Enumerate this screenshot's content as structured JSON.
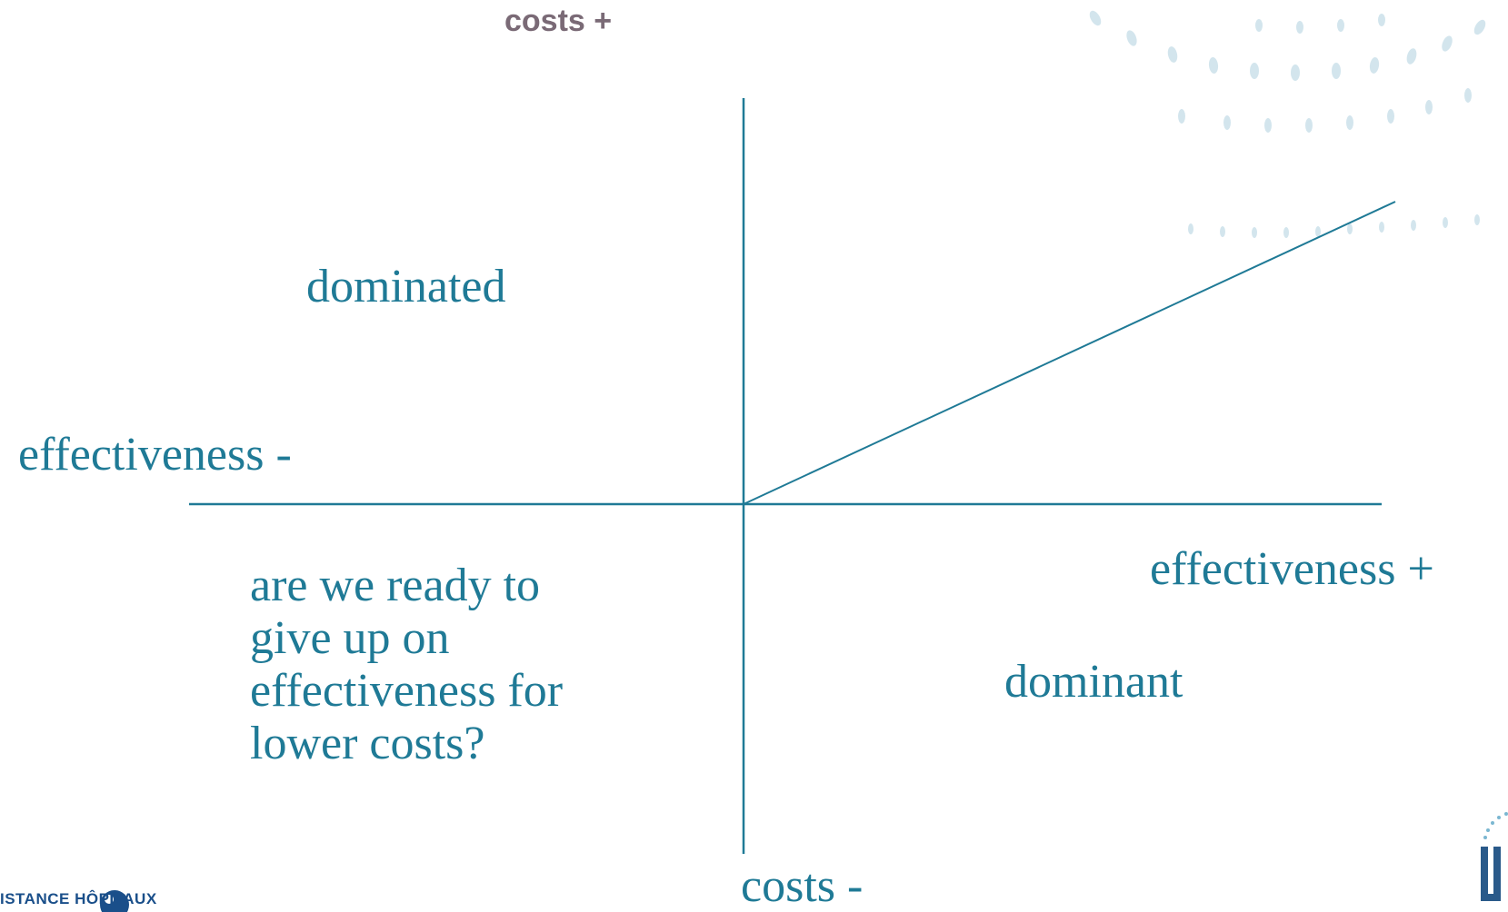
{
  "diagram": {
    "labels": {
      "costs_plus": "costs +",
      "costs_minus": "costs -",
      "effectiveness_minus": "effectiveness -",
      "effectiveness_plus": "effectiveness +",
      "dominated": "dominated",
      "dominant": "dominant",
      "question": "are we ready to\ngive up on\neffectiveness for\nlower costs?"
    },
    "colors": {
      "text": "#1f7a96",
      "axis": "#1f7a96",
      "costs_plus_text": "#7a6a76",
      "decoration": "#cfe3ec"
    }
  },
  "logos": {
    "bottom_left_text": "ISTANCE HÔPITAUX",
    "bottom_left_icon": "hospital-logo-icon",
    "bottom_right_icon": "university-logo-icon"
  }
}
